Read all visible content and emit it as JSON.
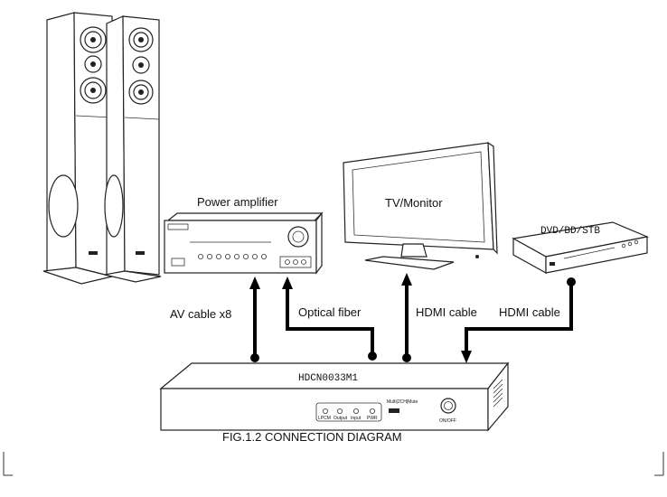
{
  "devices": {
    "amplifier": "Power amplifier",
    "tv": "TV/Monitor",
    "player": "DVD/BD/STB",
    "converter": "HDCN0033M1"
  },
  "converter_panel": {
    "mode_switch": "Multi|2CH|Mute",
    "leds": [
      "LPCM",
      "Output",
      "Input",
      "PWR"
    ],
    "power": "ON/OFF"
  },
  "cables": {
    "av": "AV cable x8",
    "optical": "Optical fiber",
    "hdmi_tv": "HDMI cable",
    "hdmi_player": "HDMI cable"
  },
  "caption": "FIG.1.2 CONNECTION DIAGRAM"
}
